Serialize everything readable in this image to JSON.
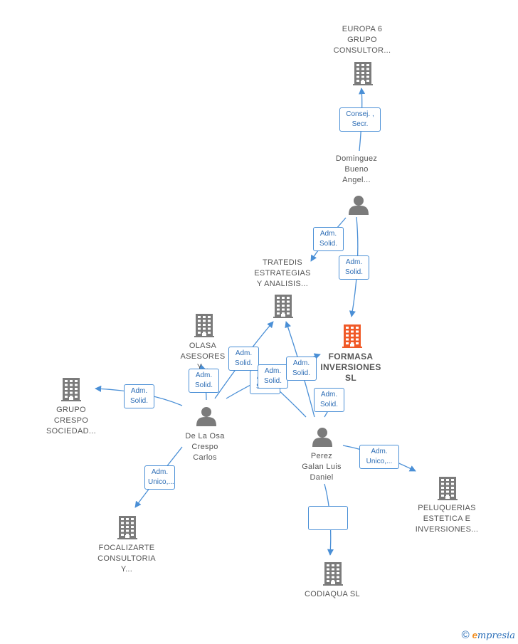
{
  "nodes": {
    "europa6": {
      "lines": [
        "EUROPA 6",
        "GRUPO",
        "CONSULTOR..."
      ],
      "type": "company"
    },
    "dominguez": {
      "lines": [
        "Dominguez",
        "Bueno",
        "Angel..."
      ],
      "type": "person"
    },
    "tratedis": {
      "lines": [
        "TRATEDIS",
        "ESTRATEGIAS",
        "Y ANALISIS..."
      ],
      "type": "company"
    },
    "olasa": {
      "lines": [
        "OLASA",
        "ASESORES",
        "Y..."
      ],
      "type": "company"
    },
    "formasa": {
      "lines": [
        "FORMASA",
        "INVERSIONES",
        "SL"
      ],
      "type": "company-main"
    },
    "grupo_crespo": {
      "lines": [
        "GRUPO",
        "CRESPO",
        "SOCIEDAD..."
      ],
      "type": "company"
    },
    "delaosa": {
      "lines": [
        "De La Osa",
        "Crespo",
        "Carlos"
      ],
      "type": "person"
    },
    "perez": {
      "lines": [
        "Perez",
        "Galan Luis",
        "Daniel"
      ],
      "type": "person"
    },
    "peluquerias": {
      "lines": [
        "PELUQUERIAS",
        "ESTETICA E",
        "INVERSIONES..."
      ],
      "type": "company"
    },
    "focalizarte": {
      "lines": [
        "FOCALIZARTE",
        "CONSULTORIA",
        "Y..."
      ],
      "type": "company"
    },
    "codiaqua": {
      "lines": [
        "CODIAQUA  SL"
      ],
      "type": "company"
    }
  },
  "edges": [
    {
      "id": "e1",
      "lines": [
        "Consej. ,",
        "Secr."
      ]
    },
    {
      "id": "e2",
      "lines": [
        "Adm.",
        "Solid."
      ]
    },
    {
      "id": "e3",
      "lines": [
        "Adm.",
        "Solid."
      ]
    },
    {
      "id": "e4",
      "lines": [
        "Adm.",
        "Solid."
      ]
    },
    {
      "id": "e5",
      "lines": [
        "Adm.",
        "Solid."
      ]
    },
    {
      "id": "e6",
      "lines": [
        "Adm.",
        "Solid."
      ]
    },
    {
      "id": "e7",
      "lines": [
        "Adm.",
        "Solid."
      ]
    },
    {
      "id": "e8",
      "lines": [
        "Adm.",
        "Solid."
      ]
    },
    {
      "id": "e9",
      "lines": [
        "Adm.",
        "Solid."
      ]
    },
    {
      "id": "e10",
      "lines": [
        "Adm.",
        "Solid."
      ]
    },
    {
      "id": "e11",
      "lines": [
        "Adm.",
        "Unico,..."
      ]
    },
    {
      "id": "e12",
      "lines": [
        "Adm.",
        "Unico,..."
      ]
    }
  ],
  "colors": {
    "edge": "#4a8fd6",
    "icon": "#7b7b7b",
    "icon_main": "#f05a28"
  },
  "brand": {
    "copyright": "©",
    "first": "e",
    "rest": "mpresia"
  }
}
